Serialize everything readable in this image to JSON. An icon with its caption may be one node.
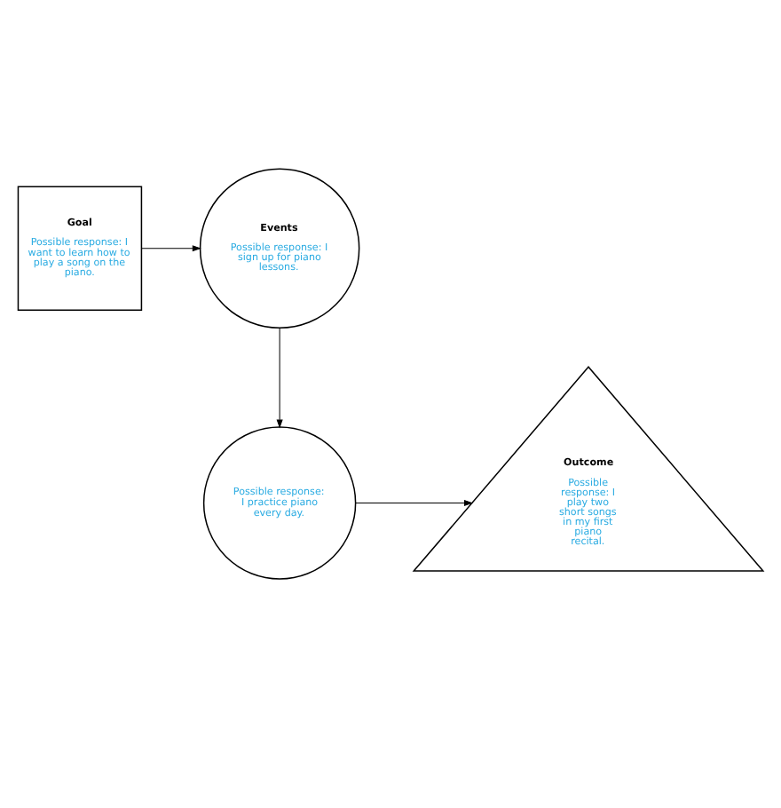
{
  "diagram": {
    "nodes": [
      {
        "text": [
          "Goal",
          "Possible response: I want to learn how to play a song on the piano."
        ]
      },
      {
        "text": [
          "Events",
          "Possible response: I sign up for piano lessons."
        ]
      },
      {
        "text": [
          "Possible response: I practice piano every day."
        ]
      },
      {
        "text": [
          "Outcome",
          "Possible response: I play two short songs in my first piano recital."
        ]
      }
    ],
    "edges": [
      {
        "from": 0,
        "to": 1,
        "arrow": "to"
      },
      {
        "from": 1,
        "to": 2,
        "arrow": "to"
      },
      {
        "from": 2,
        "to": 3,
        "arrow": "to"
      }
    ]
  }
}
